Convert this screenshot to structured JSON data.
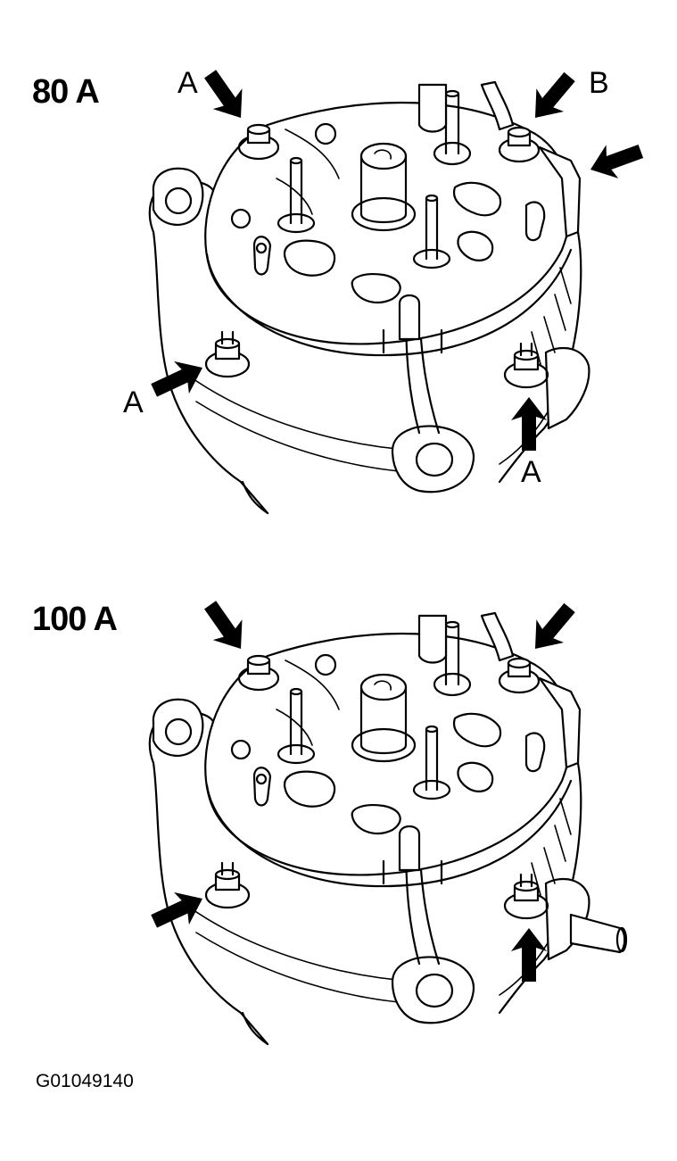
{
  "panels": [
    {
      "title": "80 A",
      "callouts": [
        "A",
        "B",
        "A",
        "A"
      ]
    },
    {
      "title": "100 A",
      "callouts": []
    }
  ],
  "figure_code": "G01049140",
  "colors": {
    "ink": "#000000",
    "paper": "#ffffff"
  }
}
